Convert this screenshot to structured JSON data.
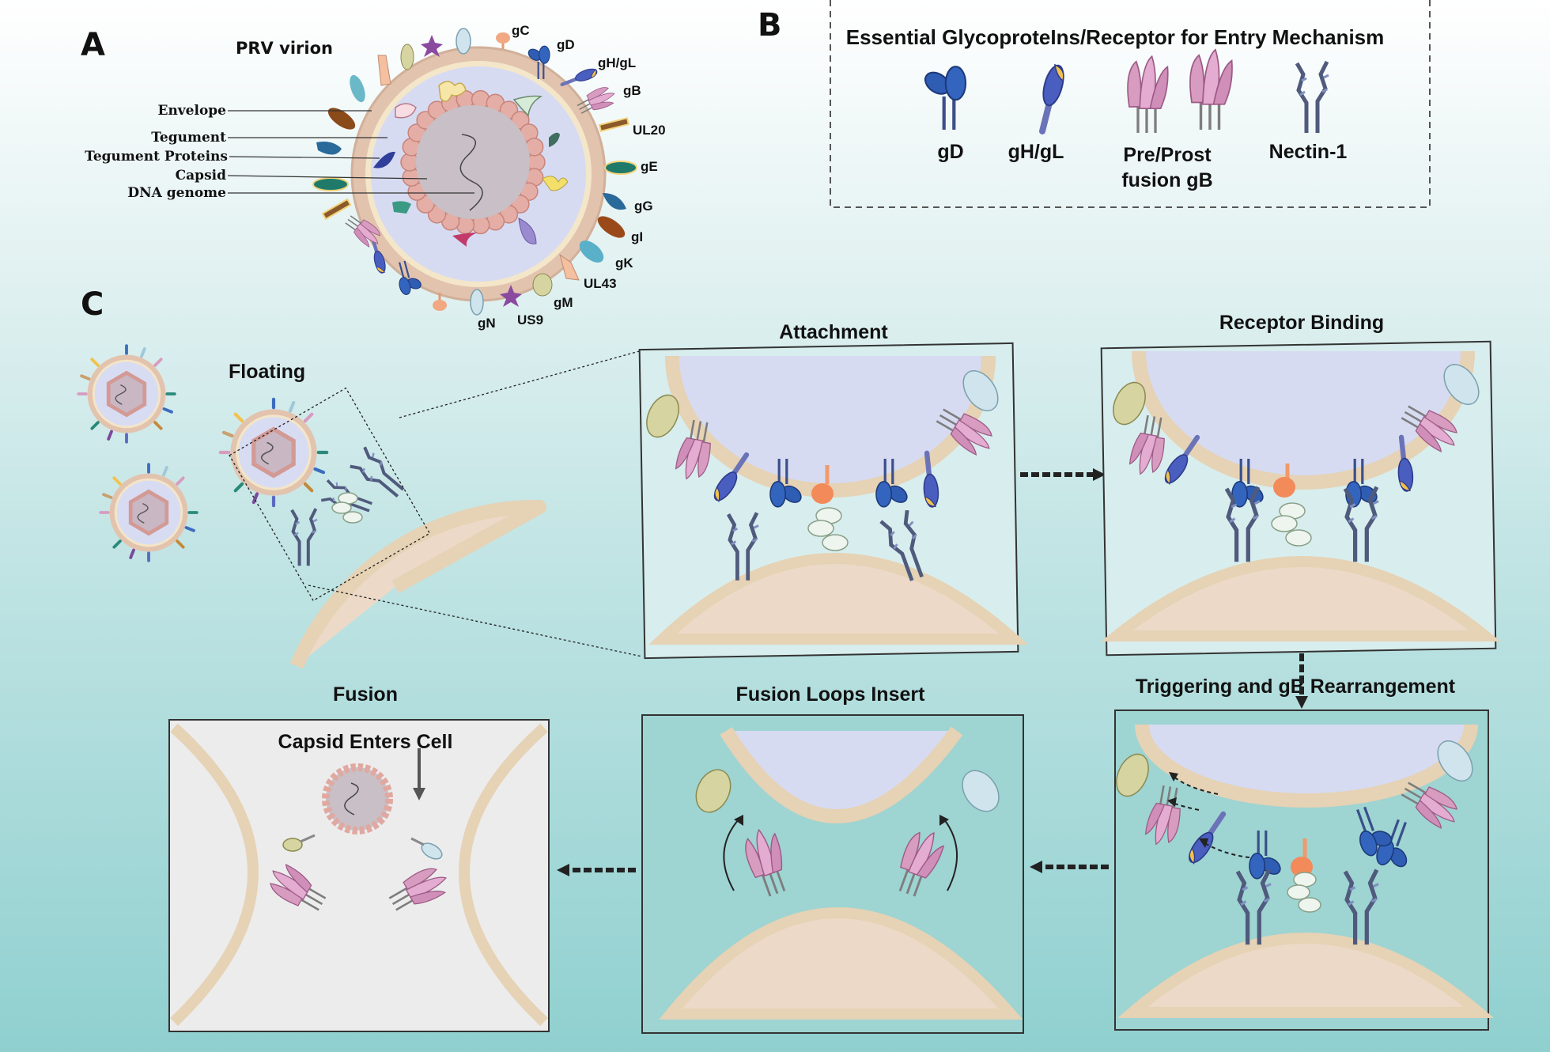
{
  "panel_a": {
    "letter": "A",
    "title": "PRV virion",
    "structure_labels": [
      "Envelope",
      "Tegument",
      "Tegument Proteins",
      "Capsid",
      "DNA genome"
    ],
    "glycoprotein_labels": [
      "gC",
      "gD",
      "gH/gL",
      "gB",
      "UL20",
      "gE",
      "gG",
      "gI",
      "gK",
      "UL43",
      "gM",
      "US9",
      "gN"
    ]
  },
  "panel_b": {
    "letter": "B",
    "title": "Essential GlycoproteIns/Receptor for Entry Mechanism",
    "legend": [
      {
        "label": "gD"
      },
      {
        "label": "gH/gL"
      },
      {
        "label_line1": "Pre/Prost",
        "label_line2": "fusion gB"
      },
      {
        "label": "Nectin-1"
      }
    ]
  },
  "panel_c": {
    "letter": "C",
    "stages": {
      "floating": "Floating",
      "attachment": "Attachment",
      "receptor_binding": "Receptor Binding",
      "triggering": "Triggering and gB Rearrangement",
      "fusion_loops": "Fusion Loops Insert",
      "fusion": "Fusion"
    },
    "capsid_enters": "Capsid Enters Cell"
  },
  "colors": {
    "envelope": "#e2c3ae",
    "tegument": "#d8dcf3",
    "capsid": "#e0a8a0",
    "gD": "#2f5db4",
    "gH": "#5b6ac0",
    "gL": "#f2c14e",
    "gB": "#d79cc0",
    "nectin": "#5e6a8e",
    "cell": "#ecd9c8"
  }
}
